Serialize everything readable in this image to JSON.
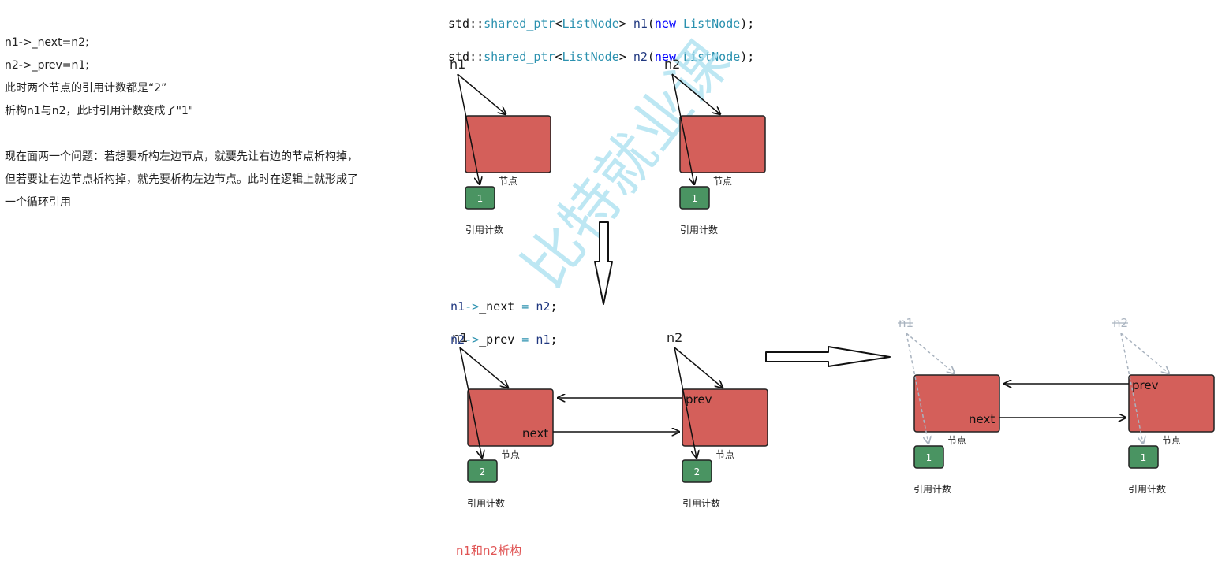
{
  "notes": {
    "line1": "n1->_next=n2;",
    "line2": "n2->_prev=n1;",
    "line3": "此时两个节点的引用计数都是“2”",
    "line4": "析构n1与n2，此时引用计数变成了\"1\"",
    "line5": "现在面两一个问题：若想要析构左边节点，就要先让右边的节点析构掉，",
    "line6": "但若要让右边节点析构掉，就先要析构左边节点。此时在逻辑上就形成了",
    "line7": "一个循环引用"
  },
  "code_top": {
    "line1": {
      "ns": "std::",
      "type1": "shared_ptr",
      "lt": "<",
      "type2": "ListNode",
      "gt": ">",
      "var": "n1",
      "open": "(",
      "kw": "new",
      "type3": "ListNode",
      "close": ");"
    },
    "line2": {
      "ns": "std::",
      "type1": "shared_ptr",
      "lt": "<",
      "type2": "ListNode",
      "gt": ">",
      "var": "n2",
      "open": "(",
      "kw": "new",
      "type3": "ListNode",
      "close": ");"
    }
  },
  "code_mid": {
    "line1": {
      "var1": "n1",
      "arrow": "->",
      "member": "_next",
      "eq": " = ",
      "var2": "n2",
      "end": ";"
    },
    "line2": {
      "var1": "n2",
      "arrow": "->",
      "member": "_prev",
      "eq": " = ",
      "var2": "n1",
      "end": ";"
    }
  },
  "diagram": {
    "stage1": {
      "left": {
        "pointer": "n1",
        "node_label": "节点",
        "count": "1",
        "count_label": "引用计数"
      },
      "right": {
        "pointer": "n2",
        "node_label": "节点",
        "count": "1",
        "count_label": "引用计数"
      }
    },
    "stage2": {
      "left": {
        "pointer": "n1",
        "node_label": "节点",
        "count": "2",
        "count_label": "引用计数",
        "field": "next"
      },
      "right": {
        "pointer": "n2",
        "node_label": "节点",
        "count": "2",
        "count_label": "引用计数",
        "field": "prev"
      }
    },
    "stage3": {
      "left": {
        "pointer": "n1",
        "node_label": "节点",
        "count": "1",
        "count_label": "引用计数",
        "field": "next"
      },
      "right": {
        "pointer": "n2",
        "node_label": "节点",
        "count": "1",
        "count_label": "引用计数",
        "field": "prev"
      }
    },
    "watermark": "比特就业课",
    "caption": "n1和n2析构"
  },
  "colors": {
    "node_fill": "#d45f5a",
    "count_fill": "#4a9462",
    "caption": "#e05555",
    "faded": "#a9b3bf",
    "watermark": "#a8dff0"
  }
}
